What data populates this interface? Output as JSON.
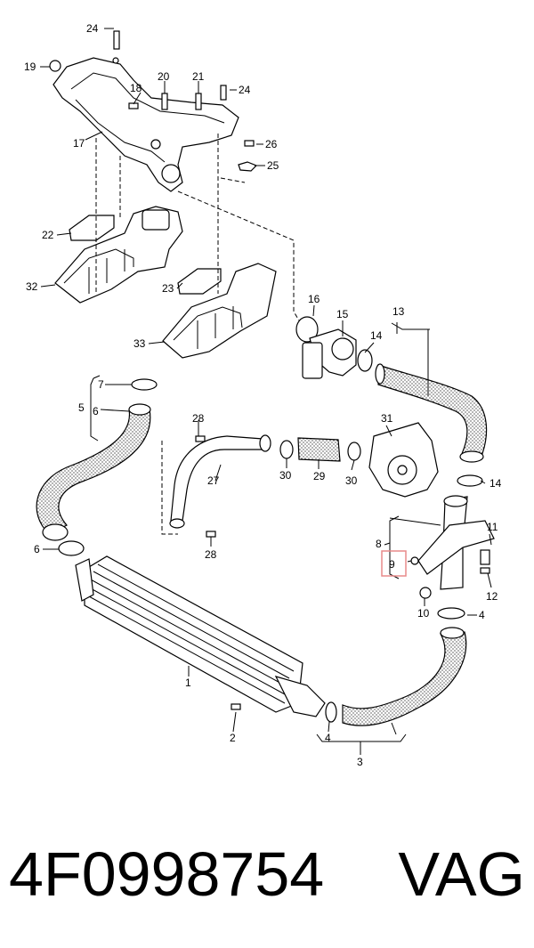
{
  "labels": {
    "l1": "1",
    "l2": "2",
    "l3": "3",
    "l4a": "4",
    "l4b": "4",
    "l5": "5",
    "l6a": "6",
    "l6b": "6",
    "l7": "7",
    "l8": "8",
    "l9": "9",
    "l10": "10",
    "l11": "11",
    "l12": "12",
    "l13": "13",
    "l14a": "14",
    "l14b": "14",
    "l15": "15",
    "l16": "16",
    "l17": "17",
    "l18": "18",
    "l19": "19",
    "l20": "20",
    "l21": "21",
    "l22": "22",
    "l23": "23",
    "l24a": "24",
    "l24b": "24",
    "l25": "25",
    "l26": "26",
    "l28a": "28",
    "l28b": "28",
    "l27": "27",
    "l29": "29",
    "l30a": "30",
    "l30b": "30",
    "l31": "31",
    "l32": "32",
    "l33": "33"
  },
  "highlight_color": "#e88a8a",
  "footer": {
    "part_number": "4F0998754",
    "brand": "VAG"
  }
}
